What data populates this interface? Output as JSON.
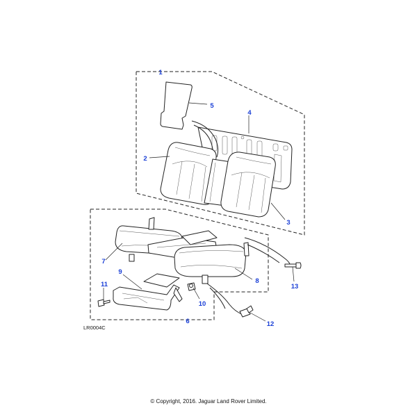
{
  "diagram": {
    "reference_code": "LR0004C",
    "copyright": "© Copyright, 2016. Jaguar Land Rover Limited.",
    "callouts": {
      "c1": "1",
      "c2": "2",
      "c3": "3",
      "c4": "4",
      "c5": "5",
      "c6": "6",
      "c7": "7",
      "c8": "8",
      "c9": "9",
      "c10": "10",
      "c11": "11",
      "c12": "12",
      "c13": "13"
    },
    "colors": {
      "callout": "#1a3fd6",
      "linework": "#222222",
      "background": "#ffffff"
    }
  }
}
